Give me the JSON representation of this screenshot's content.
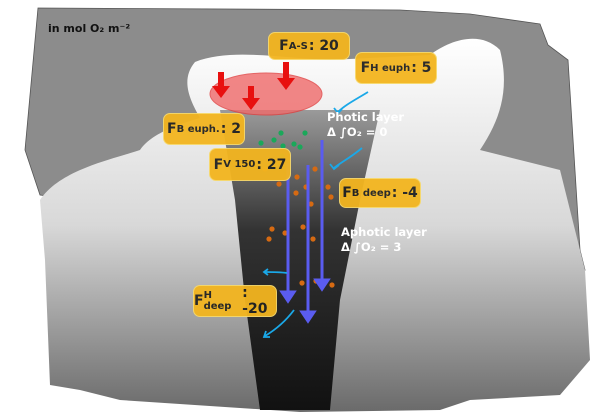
{
  "unit_label": "in mol O₂ m⁻²",
  "fluxes": [
    {
      "id": "air-sea",
      "symbol": "F",
      "sub": "A-S",
      "value": ": 20"
    },
    {
      "id": "h-euph",
      "symbol": "F",
      "sub": "H euph",
      "value": ": 5"
    },
    {
      "id": "b-euph",
      "symbol": "F",
      "sub": "B euph.",
      "value": ": 2"
    },
    {
      "id": "v150",
      "symbol": "F",
      "sub": "V 150",
      "value": ": 27"
    },
    {
      "id": "b-deep",
      "symbol": "F",
      "sub": "B deep",
      "value": ": -4"
    },
    {
      "id": "h-deep",
      "symbol": "F",
      "sub": "H deep",
      "value": ": -20"
    }
  ],
  "layers": {
    "photic": {
      "title": "Photic layer",
      "balance": "Δ ∫O₂ = 0"
    },
    "aphotic": {
      "title": "Aphotic layer",
      "balance": "Δ ∫O₂ = 3"
    }
  },
  "colors": {
    "land": "#8c8c8c",
    "box": "#f3b51f",
    "red": "#e8100f",
    "blue": "#5a5cf0",
    "cyan": "#1aa8e8",
    "green": "#1aa85a",
    "orange": "#d66a12"
  }
}
